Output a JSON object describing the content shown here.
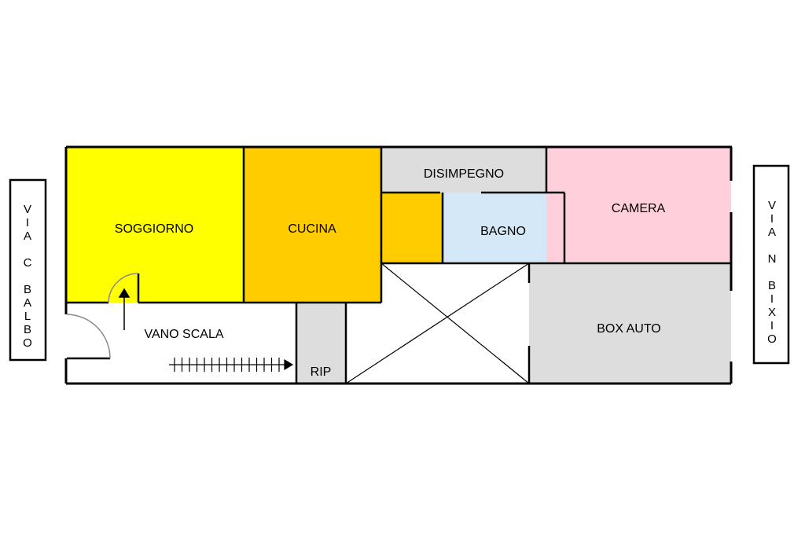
{
  "rooms": {
    "soggiorno": "SOGGIORNO",
    "cucina": "CUCINA",
    "disimpegno": "DISIMPEGNO",
    "bagno": "BAGNO",
    "camera": "CAMERA",
    "vano_scala": "VANO SCALA",
    "rip": "RIP",
    "box_auto": "BOX AUTO"
  },
  "streets": {
    "left": [
      "V",
      "I",
      "A",
      "",
      "C",
      "",
      "B",
      "A",
      "L",
      "B",
      "O"
    ],
    "right": [
      "V",
      "I",
      "A",
      "",
      "N",
      "",
      "B",
      "I",
      "X",
      "I",
      "O"
    ]
  },
  "colors": {
    "soggiorno": "#ffff00",
    "cucina": "#ffcc00",
    "disimpegno": "#dddddd",
    "bagno": "#d4e8f8",
    "camera": "#ffd0dc",
    "box_auto": "#dddddd",
    "rip": "#dddddd",
    "wall": "#000000"
  }
}
